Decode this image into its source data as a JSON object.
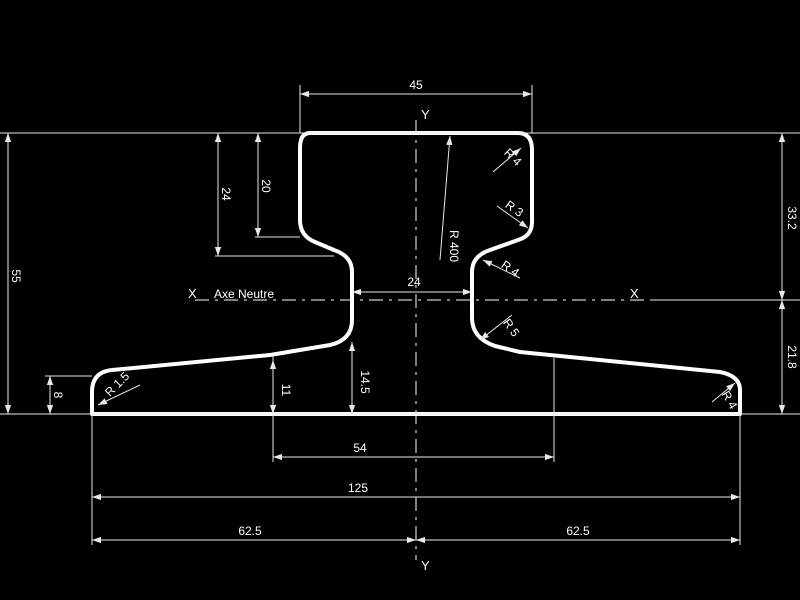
{
  "profile": {
    "axis_labels": {
      "y_top": "Y",
      "y_bottom": "Y",
      "x_left": "X",
      "x_right": "X"
    },
    "neutral_axis": "Axe Neutre",
    "dimensions": {
      "head_width": "45",
      "web_width": "24",
      "base_width": "125",
      "half_left": "62.5",
      "half_right": "62.5",
      "inner_54": "54",
      "total_height": "55",
      "top_to_neutral": "33.2",
      "neutral_to_base": "21.8",
      "head_24": "24",
      "head_20": "20",
      "foot_8": "8",
      "foot_11": "11",
      "foot_14_5": "14.5"
    },
    "radii": {
      "r_head_top": "R 4",
      "r_head_side": "R 3",
      "r_head_under": "R 4",
      "r_web_foot": "R 5",
      "r_foot_left": "R 1.5",
      "r_foot_right": "R 4",
      "r_crown": "R 400"
    }
  }
}
